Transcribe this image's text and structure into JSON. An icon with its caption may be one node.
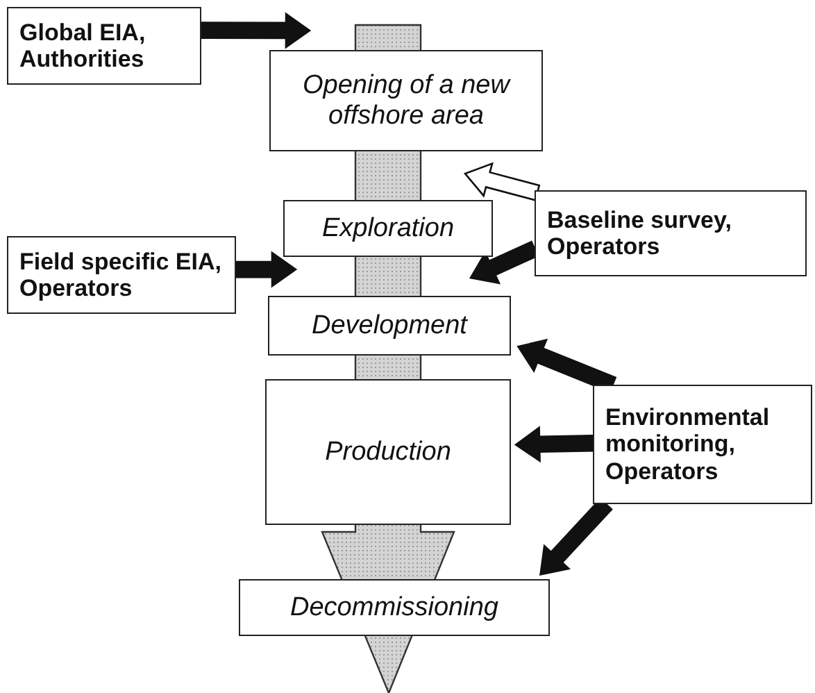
{
  "diagram": {
    "nodes": [
      {
        "text": [
          "Global EIA, Authorities"
        ]
      },
      {
        "text": [
          "Opening of a new offshore area"
        ]
      },
      {
        "text": [
          "Exploration"
        ]
      },
      {
        "text": [
          "Baseline survey, Operators"
        ]
      },
      {
        "text": [
          "Field specific EIA, Operators"
        ]
      },
      {
        "text": [
          "Development"
        ]
      },
      {
        "text": [
          "Production"
        ]
      },
      {
        "text": [
          "Environmental monitoring, Operators"
        ]
      },
      {
        "text": [
          "Decommissioning"
        ]
      }
    ],
    "edges": [
      {
        "from": 0,
        "to": null,
        "arrow": "to"
      },
      {
        "from": 3,
        "to": null,
        "arrow": "to",
        "color": "#ffffff"
      },
      {
        "from": 3,
        "to": null,
        "arrow": "to"
      },
      {
        "from": 4,
        "to": null,
        "arrow": "to"
      },
      {
        "from": 7,
        "to": 5,
        "arrow": "to"
      },
      {
        "from": 7,
        "to": 6,
        "arrow": "to"
      },
      {
        "from": 7,
        "to": 8,
        "arrow": "to"
      }
    ]
  }
}
